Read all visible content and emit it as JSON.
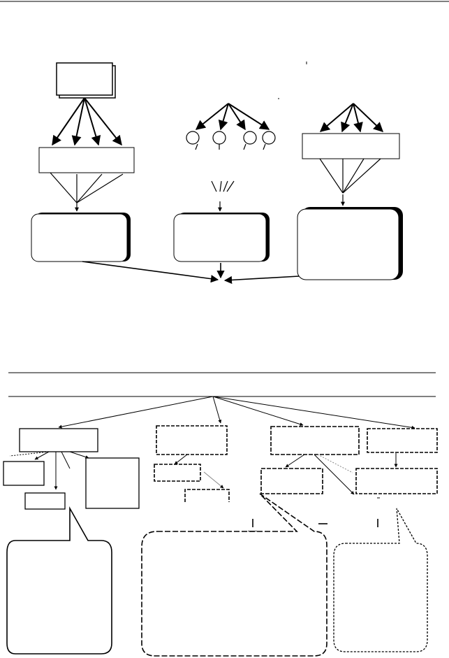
{
  "page": {
    "background": "#ffffff",
    "stroke": "#000000",
    "hint_stroke": "#888888"
  },
  "top_diagram": {
    "groups": [
      {
        "source": "box",
        "fan_arrows": 4,
        "mid": "box",
        "result": "rounded-box-shadowed"
      },
      {
        "source": "fan",
        "fan_arrows": 4,
        "mid": "circles",
        "result": "rounded-box-shadowed"
      },
      {
        "source": "fan",
        "fan_arrows": 4,
        "mid": "box",
        "result": "rounded-box-shadowed"
      }
    ],
    "converge_target": "single-point"
  },
  "bottom_diagram": {
    "banner_lines": 2,
    "branches": 4,
    "callouts": 3
  }
}
